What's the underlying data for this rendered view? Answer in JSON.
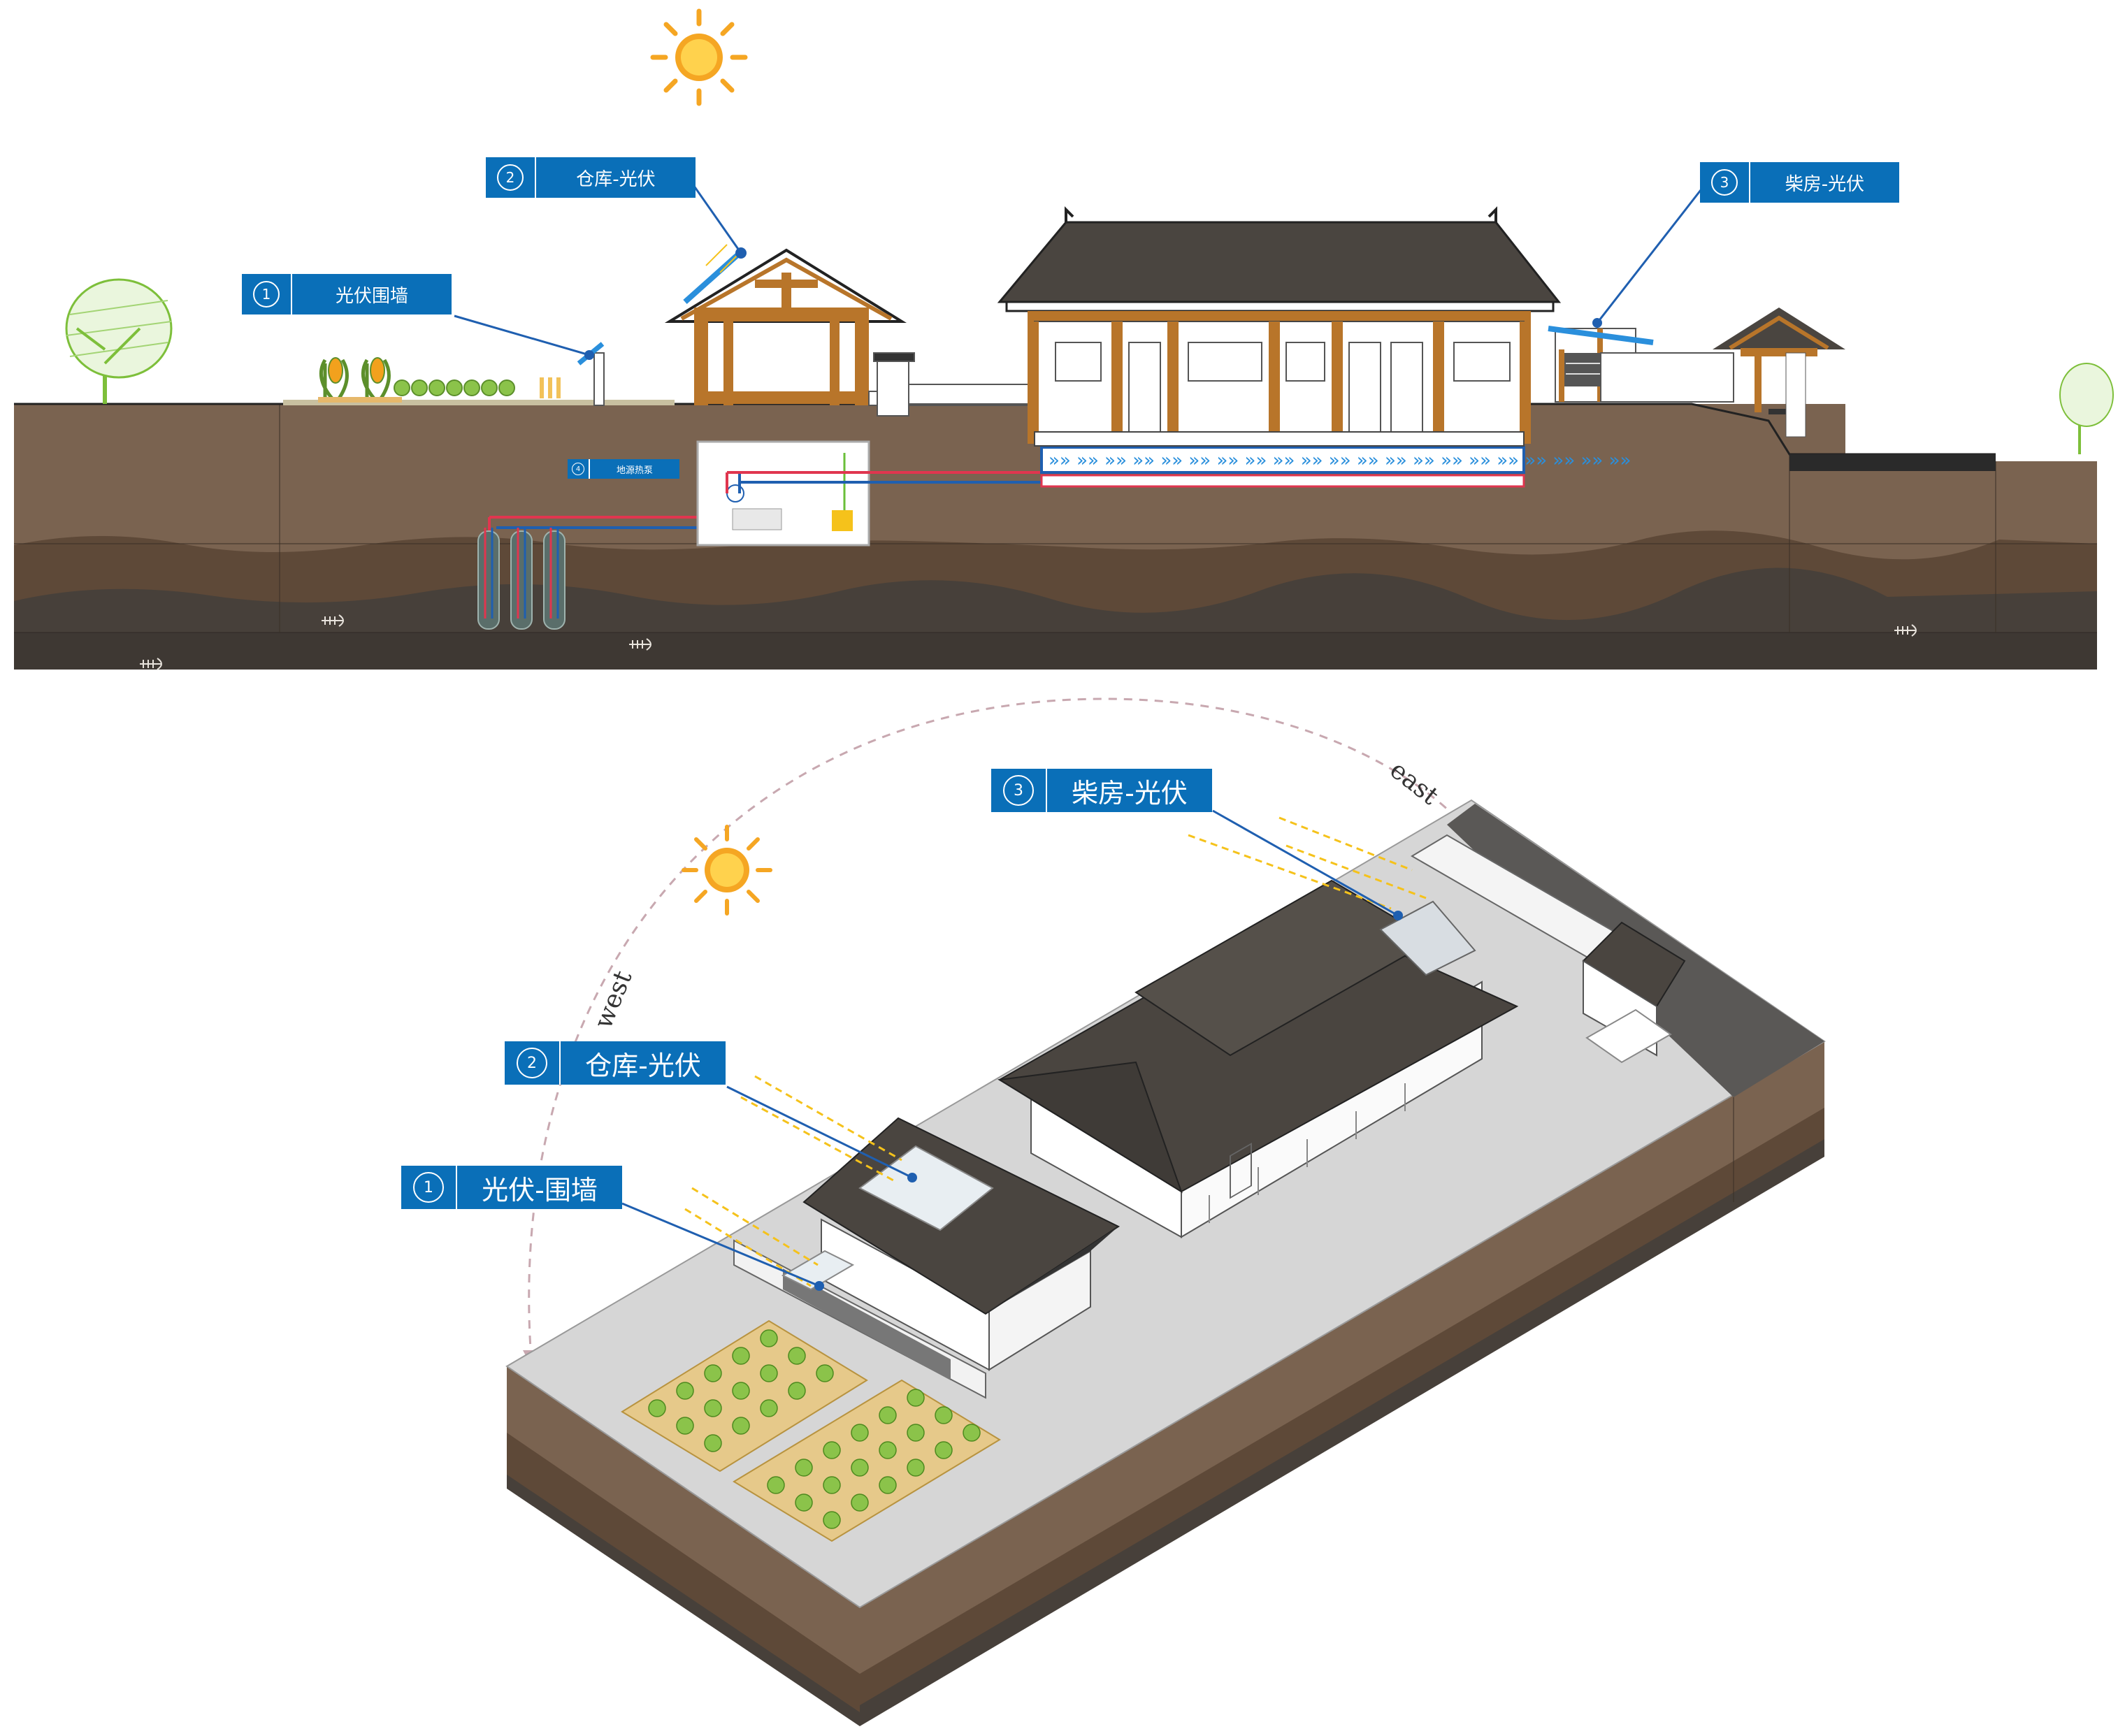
{
  "colors": {
    "callout": "#0a6fb8",
    "soil_top": "#7a6350",
    "soil_mid": "#5e4938",
    "soil_deep": "#47403a",
    "timber": "#b8752a",
    "roof": "#4a4540",
    "sun": "#f5a623",
    "tree": "#7dbf3a",
    "pipe_hot": "#e0364f",
    "pipe_cold": "#1f5fb0"
  },
  "section": {
    "callouts": [
      {
        "number": "1",
        "label": "光伏围墙"
      },
      {
        "number": "2",
        "label": "仓库-光伏"
      },
      {
        "number": "3",
        "label": "柴房-光伏"
      },
      {
        "number": "4",
        "label": "地源热泵"
      }
    ]
  },
  "axonometric": {
    "callouts": [
      {
        "number": "1",
        "label": "光伏-围墙"
      },
      {
        "number": "2",
        "label": "仓库-光伏"
      },
      {
        "number": "3",
        "label": "柴房-光伏"
      }
    ],
    "sun_path": {
      "west": "west",
      "east": "east"
    }
  }
}
